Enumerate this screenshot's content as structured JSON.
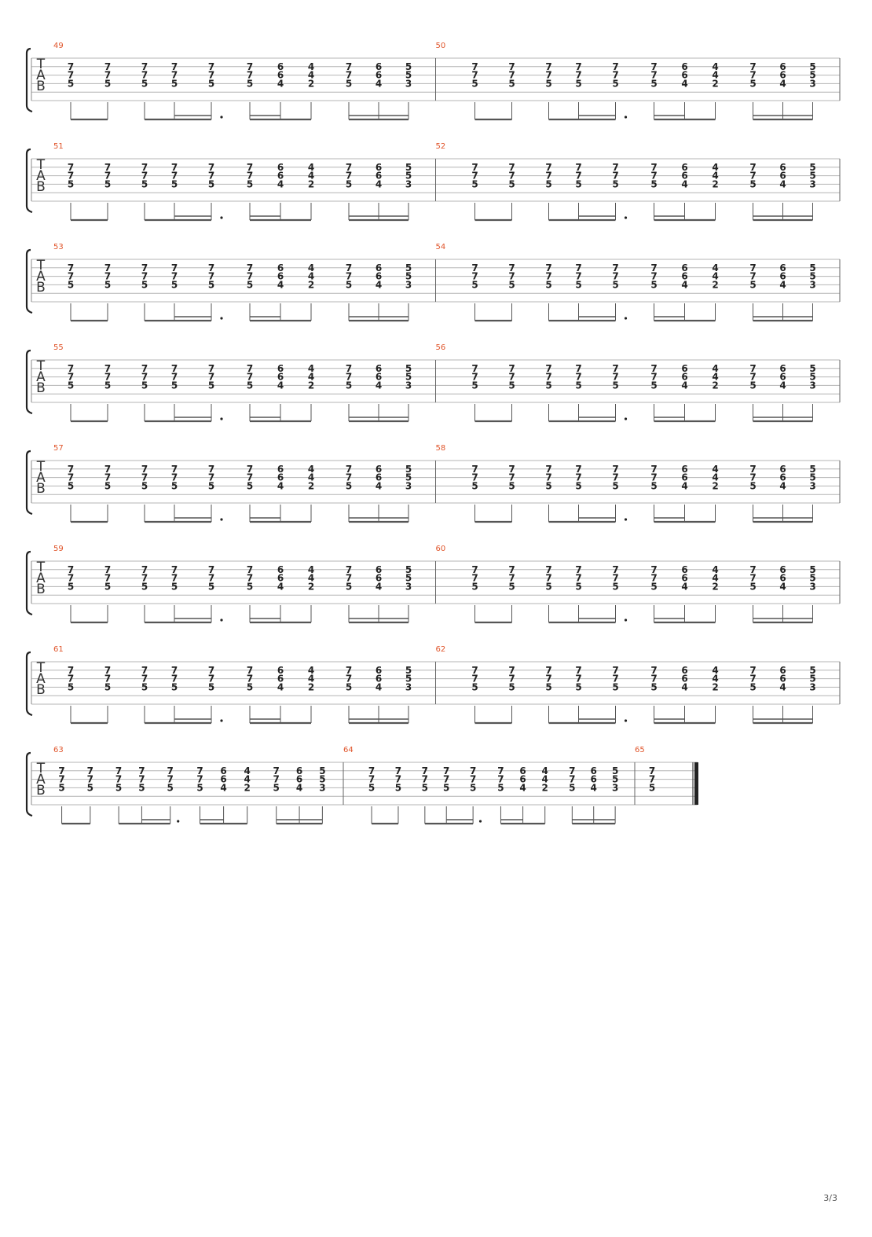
{
  "clef": [
    "T",
    "A",
    "B"
  ],
  "colors": {
    "measure_number": "#e0552b",
    "line": "#b4b4b4",
    "text": "#222222",
    "beam": "#555555"
  },
  "measure_pattern": {
    "chords": [
      [
        "7",
        "7",
        "5"
      ],
      [
        "7",
        "7",
        "5"
      ],
      [
        "7",
        "7",
        "5"
      ],
      [
        "7",
        "7",
        "5"
      ],
      [
        "7",
        "7",
        "5"
      ],
      [
        "7",
        "7",
        "5"
      ],
      [
        "6",
        "6",
        "4"
      ],
      [
        "4",
        "4",
        "2"
      ],
      [
        "7",
        "7",
        "5"
      ],
      [
        "6",
        "6",
        "4"
      ],
      [
        "5",
        "5",
        "3"
      ]
    ]
  },
  "final_chord": [
    "7",
    "7",
    "5"
  ],
  "systems": [
    {
      "measures": [
        "49",
        "50"
      ]
    },
    {
      "measures": [
        "51",
        "52"
      ]
    },
    {
      "measures": [
        "53",
        "54"
      ]
    },
    {
      "measures": [
        "55",
        "56"
      ]
    },
    {
      "measures": [
        "57",
        "58"
      ]
    },
    {
      "measures": [
        "59",
        "60"
      ]
    },
    {
      "measures": [
        "61",
        "62"
      ]
    },
    {
      "measures": [
        "63",
        "64",
        "65"
      ]
    }
  ],
  "page_number": "3/3"
}
